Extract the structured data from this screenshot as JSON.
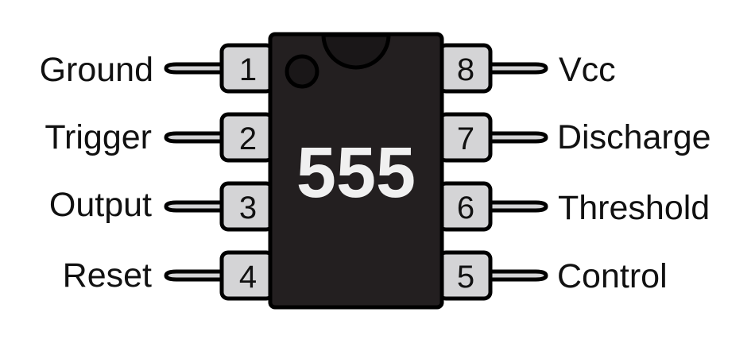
{
  "chip": {
    "name": "555",
    "body_color": "#231f20",
    "outline_color": "#000000",
    "text_color": "#f0f0f0"
  },
  "pins": {
    "fill_color": "#d4d4d6",
    "left": [
      {
        "number": "1",
        "label": "Ground"
      },
      {
        "number": "2",
        "label": "Trigger"
      },
      {
        "number": "3",
        "label": "Output"
      },
      {
        "number": "4",
        "label": "Reset"
      }
    ],
    "right": [
      {
        "number": "8",
        "label": "Vcc"
      },
      {
        "number": "7",
        "label": "Discharge"
      },
      {
        "number": "6",
        "label": "Threshold"
      },
      {
        "number": "5",
        "label": "Control"
      }
    ]
  }
}
